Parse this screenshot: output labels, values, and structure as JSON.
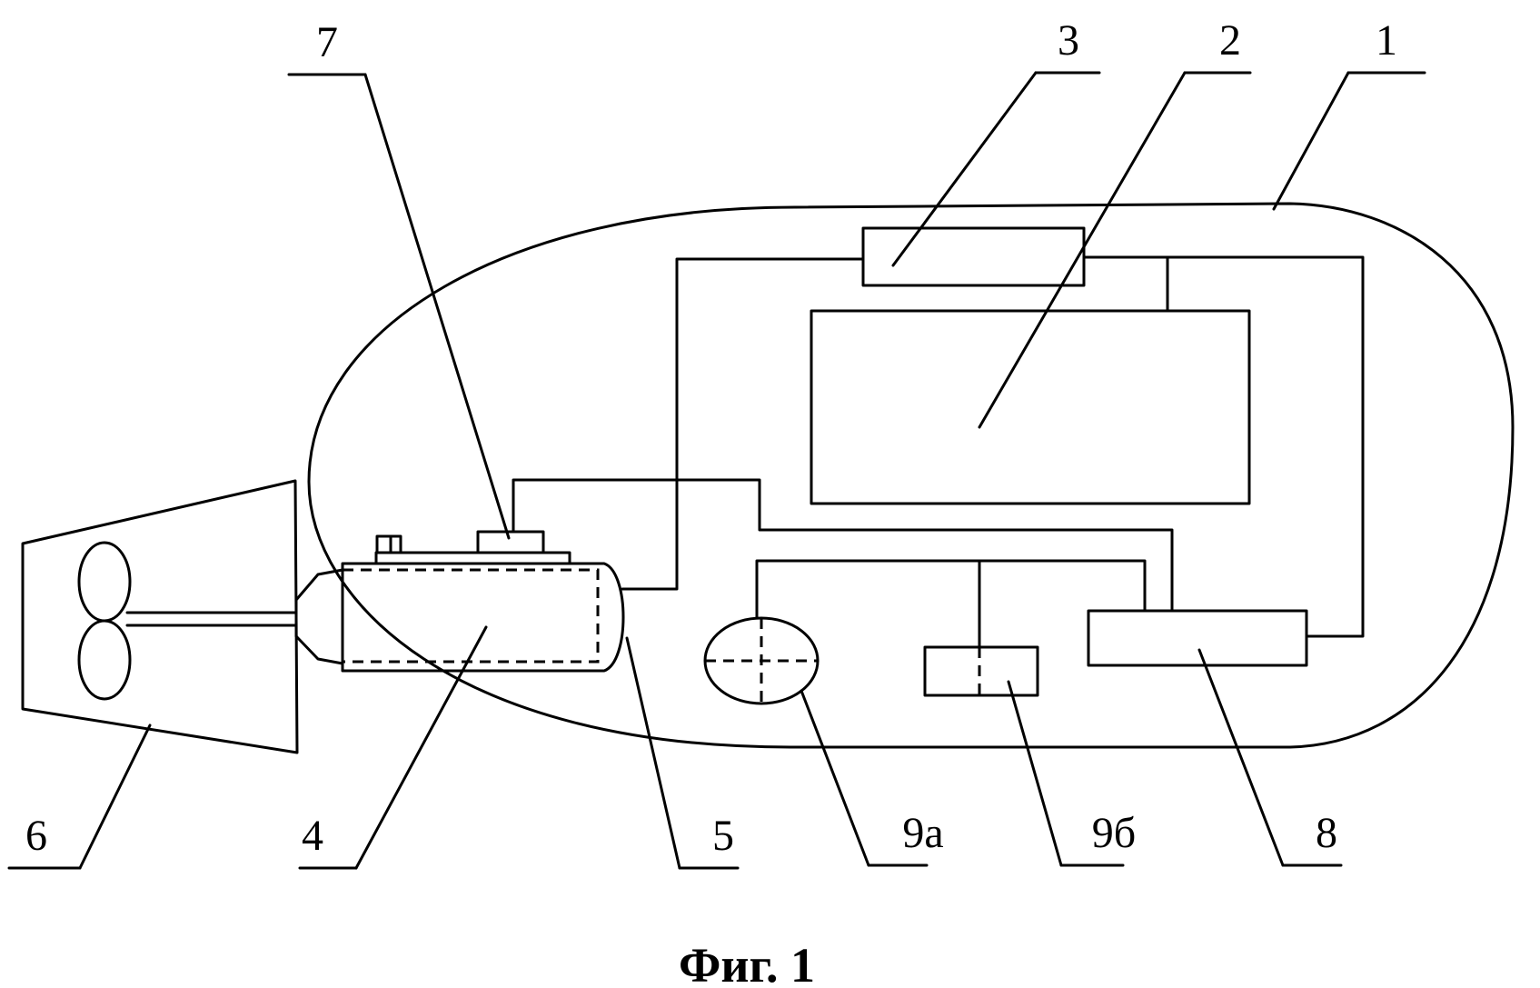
{
  "labels": {
    "l1": "1",
    "l2": "2",
    "l3": "3",
    "l4": "4",
    "l5": "5",
    "l6": "6",
    "l7": "7",
    "l8": "8",
    "l9a": "9а",
    "l9b": "9б"
  },
  "caption": "Фиг. 1"
}
